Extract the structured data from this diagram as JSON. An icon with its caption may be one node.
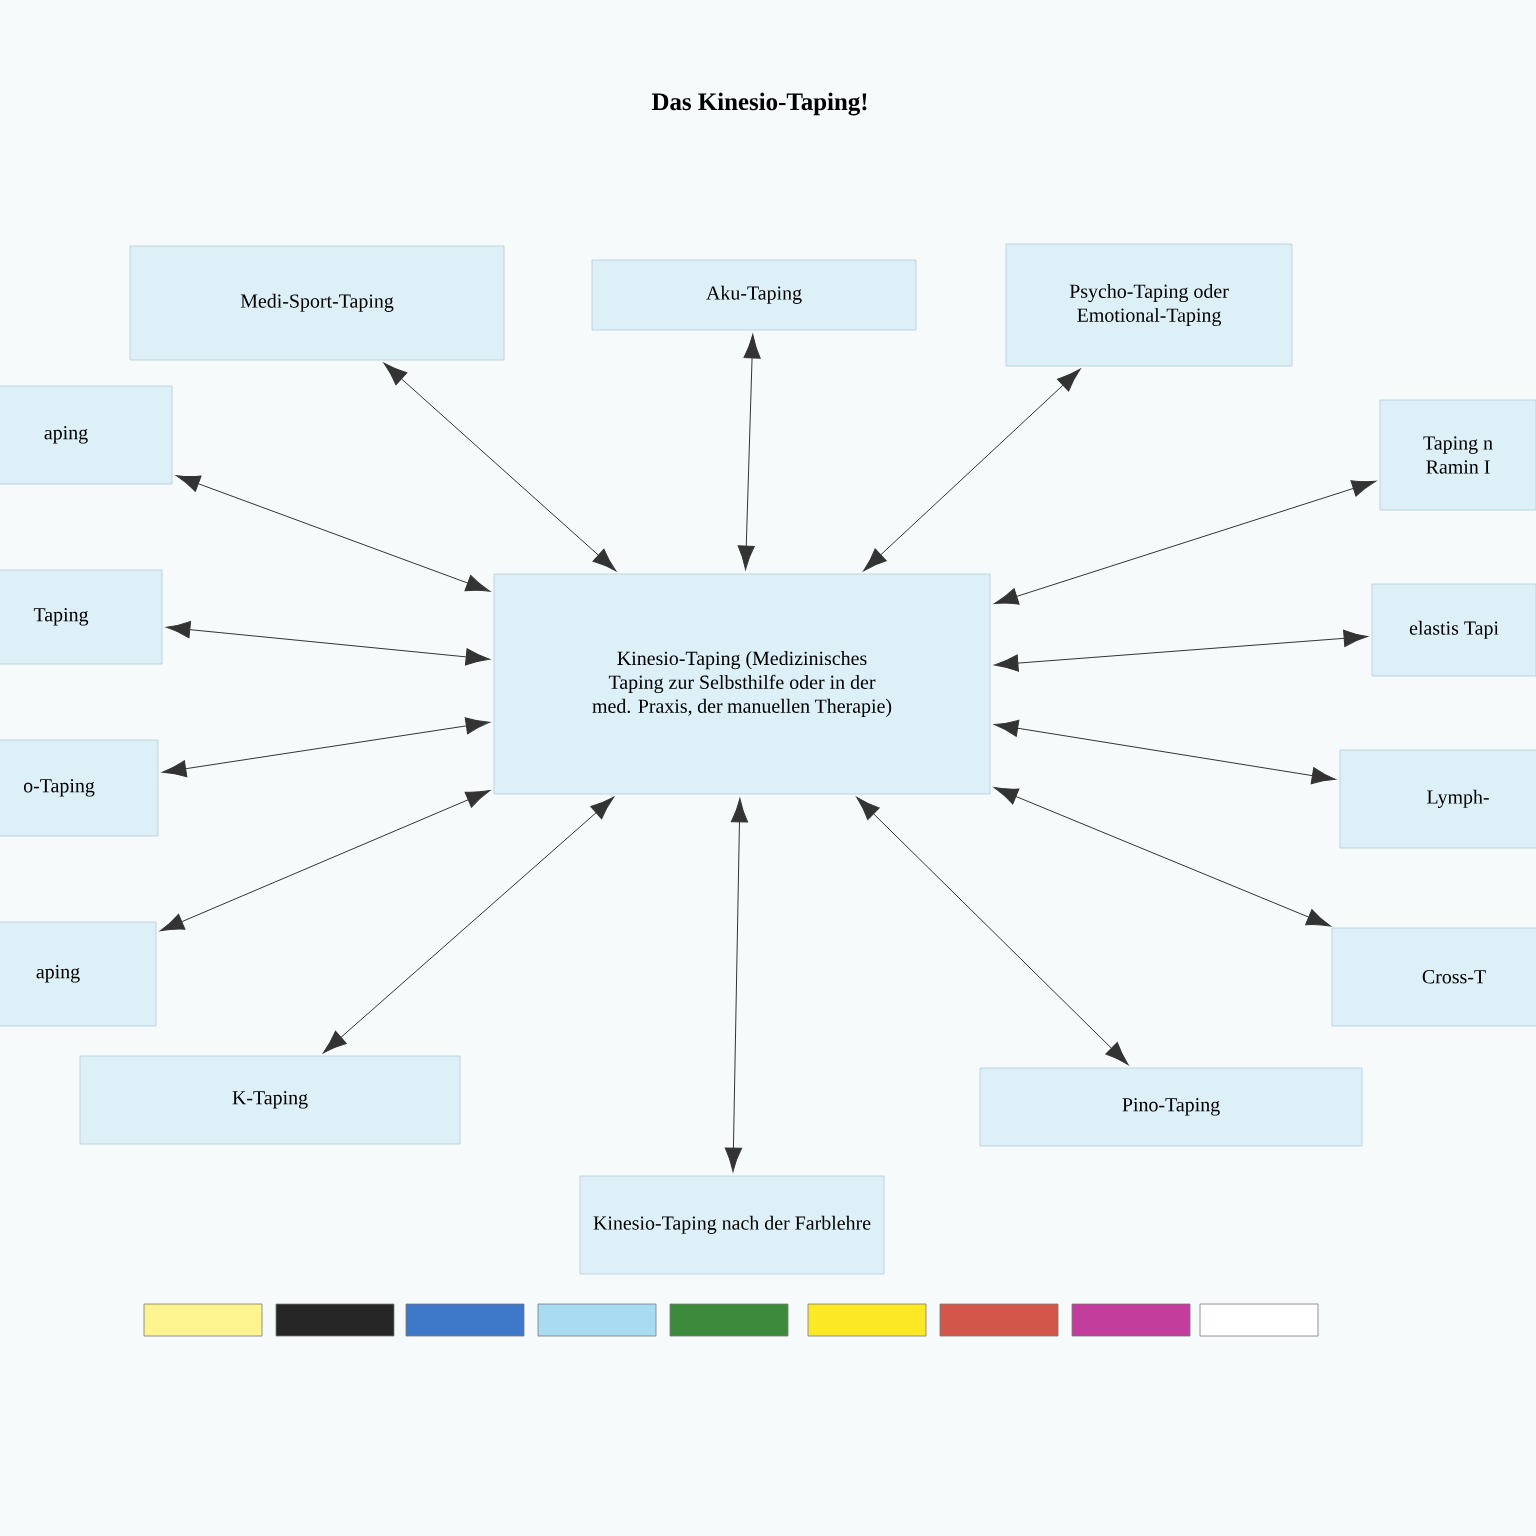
{
  "diagram": {
    "title": "Das Kinesio-Taping!",
    "nodes": [
      {
        "text": [
          "Medi-Sport-Taping"
        ]
      },
      {
        "text": [
          "Aku-Taping"
        ]
      },
      {
        "text": [
          "Psycho-Taping oder Emotional-Taping"
        ]
      },
      {
        "text": [
          "aping"
        ]
      },
      {
        "text": [
          "Taping n Ramin I"
        ]
      },
      {
        "text": [
          "Taping"
        ]
      },
      {
        "text": [
          "Kinesio-Taping (Medizinisches Taping zur Selbsthilfe oder in der med. Praxis, der manuellen Therapie)"
        ]
      },
      {
        "text": [
          "elastis Tapi"
        ]
      },
      {
        "text": [
          "o-Taping"
        ]
      },
      {
        "text": [
          "Lymph-"
        ]
      },
      {
        "text": [
          "aping"
        ]
      },
      {
        "text": [
          "Cross-T"
        ]
      },
      {
        "text": [
          "K-Taping"
        ]
      },
      {
        "text": [
          "Pino-Taping"
        ]
      },
      {
        "text": [
          "Kinesio-Taping nach der Farblehre"
        ]
      }
    ],
    "edges": [
      {
        "from": 6,
        "to": 0,
        "arrow": "both"
      },
      {
        "from": 6,
        "to": 1,
        "arrow": "both"
      },
      {
        "from": 6,
        "to": 2,
        "arrow": "both"
      },
      {
        "from": 6,
        "to": 3,
        "arrow": "both"
      },
      {
        "from": 6,
        "to": 4,
        "arrow": "both"
      },
      {
        "from": 6,
        "to": 5,
        "arrow": "both"
      },
      {
        "from": 6,
        "to": 7,
        "arrow": "both"
      },
      {
        "from": 6,
        "to": 8,
        "arrow": "both"
      },
      {
        "from": 6,
        "to": 9,
        "arrow": "both"
      },
      {
        "from": 6,
        "to": 10,
        "arrow": "both"
      },
      {
        "from": 6,
        "to": 11,
        "arrow": "both"
      },
      {
        "from": 6,
        "to": 12,
        "arrow": "both"
      },
      {
        "from": 6,
        "to": 13,
        "arrow": "both"
      },
      {
        "from": 6,
        "to": 14,
        "arrow": "both"
      }
    ]
  }
}
